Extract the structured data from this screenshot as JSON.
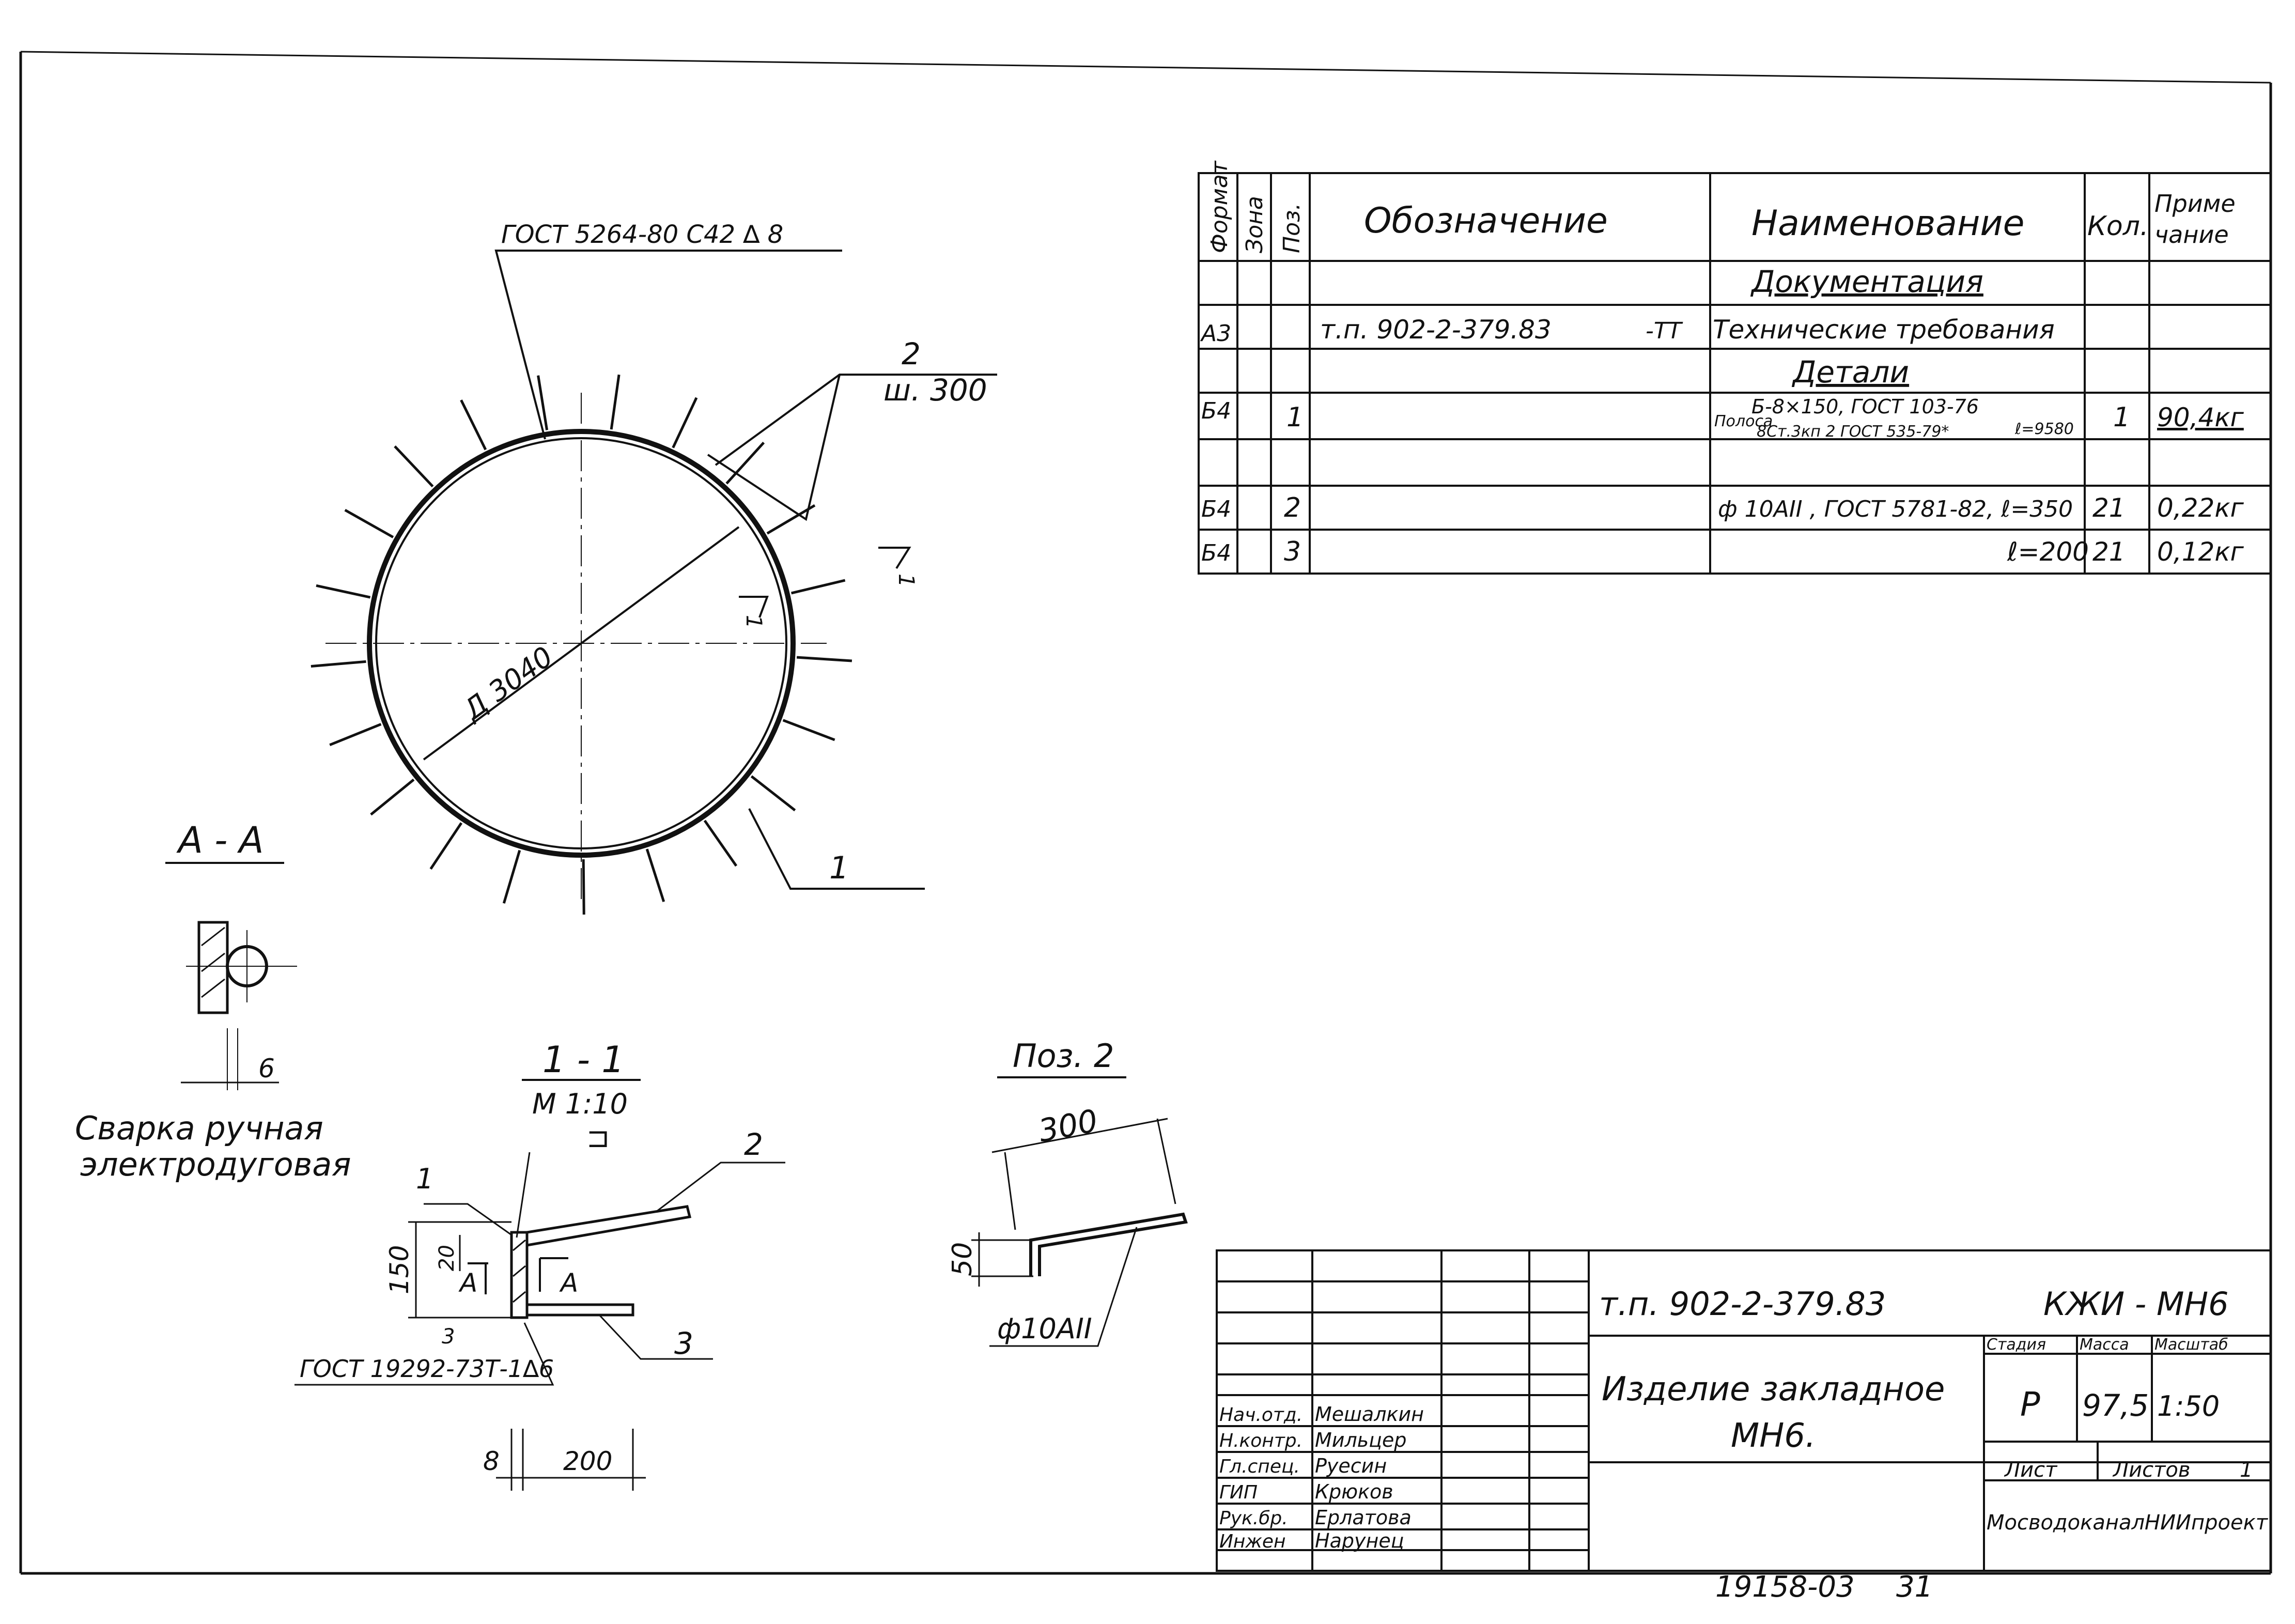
{
  "spec": {
    "headers": [
      "Формат",
      "Зона",
      "Поз.",
      "Обозначение",
      "Наименование",
      "Кол.",
      "Примечание"
    ],
    "header_parts": {
      "format": "Формат",
      "zone": "Зона",
      "pos": "Поз.",
      "designation": "Обозначение",
      "name": "Наименование",
      "qty": "Кол.",
      "note_a": "Приме",
      "note_b": "чание"
    },
    "section_documentation": "Документация",
    "section_details": "Детали",
    "rows": [
      {
        "format": "А3",
        "pos": "",
        "designation": "т.п. 902-2-379.83",
        "suffix": "-ТТ",
        "name": "Технические требования",
        "qty": "",
        "note": ""
      },
      {
        "format": "Б4",
        "pos": "1",
        "designation": "",
        "name_a": "Б-8×150, ГОСТ 103-76",
        "name_b": "Полоса",
        "name_c": "8Ст.3кп 2 ГОСТ 535-79*",
        "name_d": "ℓ=9580",
        "qty": "1",
        "note": "90,4кг"
      },
      {
        "format": "Б4",
        "pos": "2",
        "designation": "",
        "name": "ф 10АII , ГОСТ 5781-82, ℓ=350",
        "qty": "21",
        "note": "0,22кг"
      },
      {
        "format": "Б4",
        "pos": "3",
        "designation": "",
        "name": "ℓ=200",
        "qty": "21",
        "note": "0,12кг"
      }
    ]
  },
  "drawing": {
    "weld_callout": "ГОСТ 5264-80 С42 ∆ 8",
    "pos2_label": "2",
    "pos2_pitch": "ш. 300",
    "diameter_label": "Д 3040",
    "pos1_label": "1",
    "section_arrow": "1",
    "section_arrow2": "1"
  },
  "section_aa": {
    "title": "А - А",
    "dim": "6",
    "note_line1": "Сварка ручная",
    "note_line2": "электродуговая"
  },
  "section_11": {
    "title": "1 - 1",
    "scale": "М 1:10",
    "label_1": "1",
    "label_2": "2",
    "label_3": "3",
    "dim_150": "150",
    "dim_20": "20",
    "label_a1": "А",
    "label_a2": "А",
    "dim_3": "3",
    "weld": "ГОСТ 19292-73Т-1∆6",
    "dim_8": "8",
    "dim_200": "200",
    "symbol": "⊐"
  },
  "pos2_detail": {
    "title": "Поз. 2",
    "dim_300": "300",
    "dim_50": "50",
    "bar": "ф10АII"
  },
  "title_block": {
    "code": "т.п. 902-2-379.83",
    "sheet_code": "КЖИ - МН6",
    "name_line1": "Изделие закладное",
    "name_line2": "МН6.",
    "stage_h": "Стадия",
    "mass_h": "Масса",
    "scale_h": "Масштаб",
    "stage": "Р",
    "mass": "97,5",
    "scale": "1:50",
    "sheet_h": "Лист",
    "sheets_h": "Листов",
    "sheets": "1",
    "org": "МосводоканалНИИпроект",
    "roles": [
      {
        "role": "Нач.отд.",
        "name": "Мешалкин"
      },
      {
        "role": "Н.контр.",
        "name": "Мильцер"
      },
      {
        "role": "Гл.спец.",
        "name": "Руесин"
      },
      {
        "role": "ГИП",
        "name": "Крюков"
      },
      {
        "role": "Рук.бр.",
        "name": "Ерлатова"
      },
      {
        "role": "Инжен",
        "name": "Нарунец"
      }
    ]
  },
  "footer": {
    "archive": "19158-03",
    "page": "31"
  }
}
